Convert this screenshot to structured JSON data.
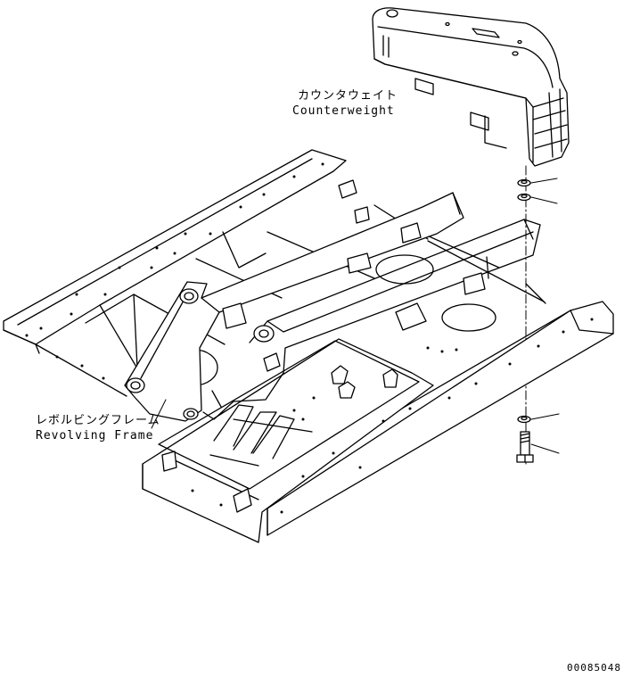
{
  "labels": {
    "counterweight_jp": "カウンタウェイト",
    "counterweight_en": "Counterweight",
    "frame_jp": "レボルビングフレーム",
    "frame_en": "Revolving Frame",
    "drawing_number": "00085048"
  },
  "colors": {
    "line": "#000000",
    "background": "#ffffff"
  }
}
